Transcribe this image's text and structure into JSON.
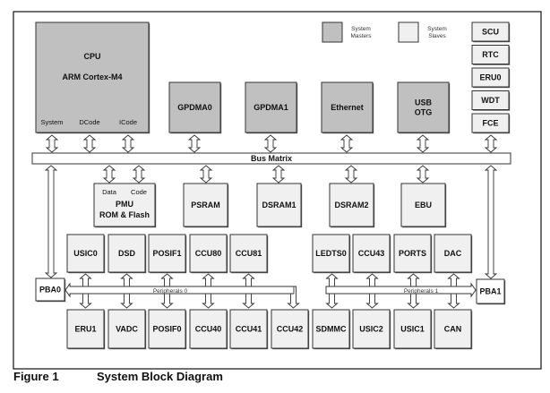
{
  "caption": {
    "figure_label": "Figure 1",
    "title": "System Block Diagram"
  },
  "legend": [
    {
      "label_line1": "System",
      "label_line2": "Masters",
      "color": "#c0c0c0"
    },
    {
      "label_line1": "System",
      "label_line2": "Slaves",
      "color": "#f0f0f0"
    }
  ],
  "colors": {
    "master": "#c0c0c0",
    "slave": "#f0f0f0",
    "stroke": "#333333"
  },
  "cpu": {
    "title": "CPU",
    "subtitle": "ARM Cortex-M4",
    "ports": [
      "System",
      "DCode",
      "ICode"
    ]
  },
  "masters": [
    {
      "lines": [
        "GPDMA0"
      ]
    },
    {
      "lines": [
        "GPDMA1"
      ]
    },
    {
      "lines": [
        "Ethernet"
      ]
    },
    {
      "lines": [
        "USB",
        "OTG"
      ]
    }
  ],
  "system_modules": [
    "SCU",
    "RTC",
    "ERU0",
    "WDT",
    "FCE"
  ],
  "bus_matrix": "Bus Matrix",
  "pmu": {
    "ports": [
      "Data",
      "Code"
    ],
    "lines": [
      "PMU",
      "ROM & Flash"
    ]
  },
  "memories": [
    "PSRAM",
    "DSRAM1",
    "DSRAM2",
    "EBU"
  ],
  "pba0": "PBA0",
  "pba1": "PBA1",
  "peripherals0_label": "Peripherals 0",
  "peripherals1_label": "Peripherals 1",
  "periph0_top": [
    "USIC0",
    "DSD",
    "POSIF1",
    "CCU80",
    "CCU81"
  ],
  "periph0_bottom": [
    "ERU1",
    "VADC",
    "POSIF0",
    "CCU40",
    "CCU41",
    "CCU42"
  ],
  "periph1_top": [
    "LEDTS0",
    "CCU43",
    "PORTS",
    "DAC"
  ],
  "periph1_bottom": [
    "SDMMC",
    "USIC2",
    "USIC1",
    "CAN"
  ]
}
